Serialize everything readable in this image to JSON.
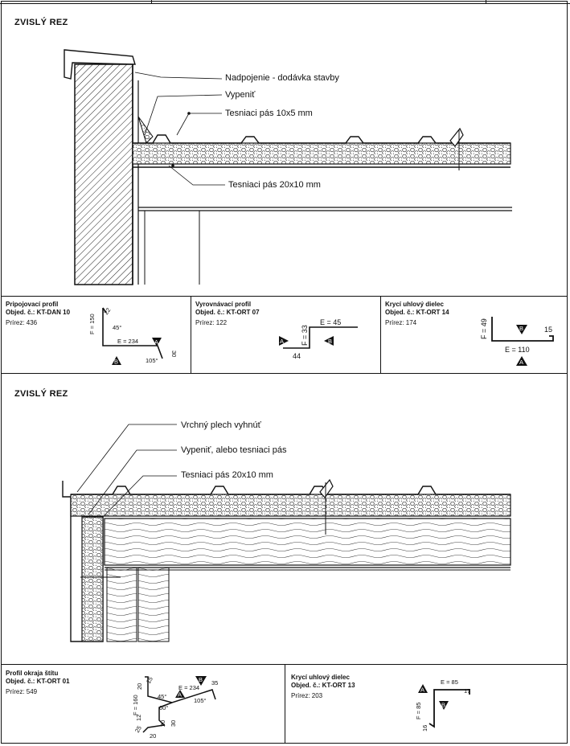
{
  "sections": [
    {
      "title": "ZVISLÝ REZ",
      "callouts": [
        "Nadpojenie - dodávka stavby",
        "Vypeniť",
        "Tesniaci pás 10x5 mm",
        "Tesniaci pás 20x10 mm"
      ],
      "profiles": [
        {
          "title": "Pripojovací profil",
          "code": "Objed. č.: KT-DAN 10",
          "cross": "Prírez: 436",
          "dims": {
            "f": "F = 150",
            "a": "22",
            "ang1": "45°",
            "e": "E = 234",
            "b": "30",
            "ang2": "105°"
          },
          "marks": [
            "A",
            "B"
          ]
        },
        {
          "title": "Vyrovnávací profil",
          "code": "Objed. č.: KT-ORT 07",
          "cross": "Prírez: 122",
          "dims": {
            "e": "E = 45",
            "f": "F = 33",
            "w": "44"
          },
          "marks": [
            "A",
            "B"
          ]
        },
        {
          "title": "Krycí uhlový dielec",
          "code": "Objed. č.: KT-ORT 14",
          "cross": "Prírez: 174",
          "dims": {
            "f": "F = 49",
            "t": "15",
            "e": "E = 110"
          },
          "marks": [
            "B",
            "A"
          ]
        }
      ]
    },
    {
      "title": "ZVISLÝ REZ",
      "callouts": [
        "Vrchný plech vyhnúť",
        "Vypeniť, alebo tesniaci pás",
        "Tesniaci pás 20x10 mm"
      ],
      "profiles": [
        {
          "title": "Profil okraja štítu",
          "code": "Objed. č.: KT-ORT 01",
          "cross": "Prírez: 549",
          "dims": {
            "f": "F = 160",
            "a": "20",
            "b": "15",
            "ang1": "45°",
            "e": "E = 234",
            "c": "35",
            "ang3": "60°",
            "ang2": "105°",
            "d": "12",
            "g": "25",
            "h": "20",
            "i": "20",
            "j": "30"
          },
          "marks": [
            "A",
            "B"
          ]
        },
        {
          "title": "Krycí uhlový dielec",
          "code": "Objed. č.: KT-ORT 13",
          "cross": "Prírez: 203",
          "dims": {
            "e": "E = 85",
            "t": "17",
            "f": "F = 85",
            "b": "16"
          },
          "marks": [
            "A",
            "B"
          ]
        }
      ]
    }
  ]
}
